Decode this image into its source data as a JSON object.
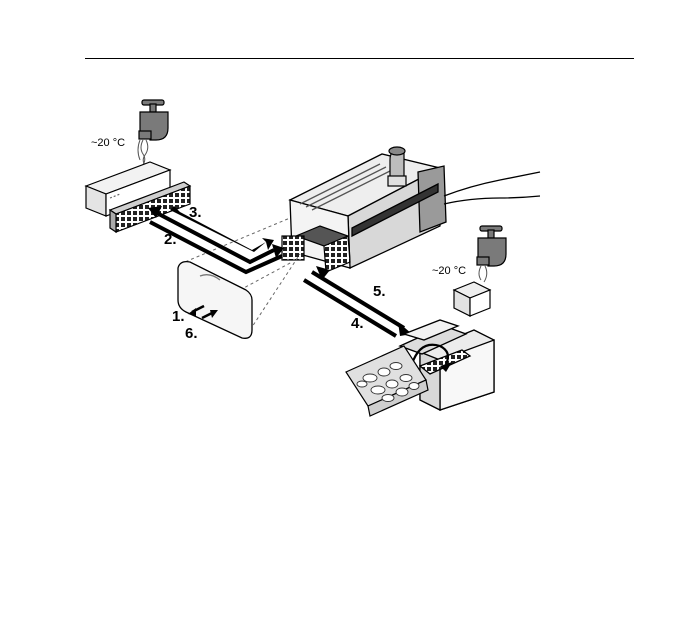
{
  "temperatures": {
    "left": "~20 °C",
    "right": "~20 °C"
  },
  "steps": {
    "s1": "1.",
    "s2": "2.",
    "s3": "3.",
    "s4": "4.",
    "s5": "5.",
    "s6": "6."
  },
  "icons": {
    "faucet_left": "faucet-icon",
    "faucet_right": "faucet-icon",
    "water_stream": "water-stream-icon"
  }
}
